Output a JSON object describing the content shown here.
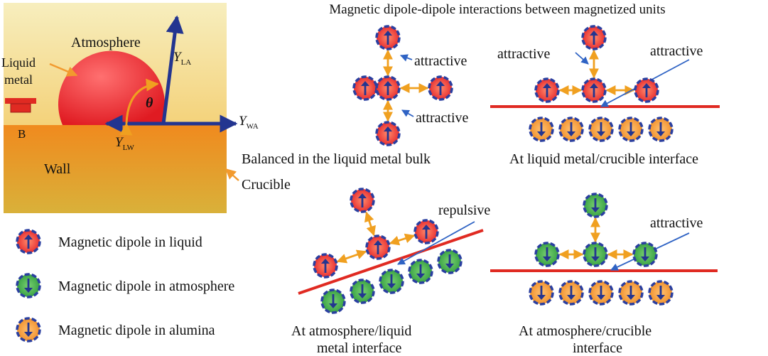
{
  "title": "Magnetic dipole-dipole interactions between magnetized units",
  "colors": {
    "liquid": "#e8232d",
    "atmosphere": "#3ea84a",
    "alumina": "#f1902a",
    "ring": "#2a3fa0",
    "arrow": "#233590",
    "bond": "#f0a020",
    "interface": "#e02a22",
    "pointer": "#2f63c4"
  },
  "inset": {
    "atmosphere": "Atmosphere",
    "liquid_line1": "Liquid",
    "liquid_line2": "metal",
    "b_label": "B",
    "wall": "Wall",
    "crucible": "Crucible",
    "theta": "θ",
    "y_la": {
      "main": "Y",
      "sub": "LA"
    },
    "y_wa": {
      "main": "Y",
      "sub": "WA"
    },
    "y_lw": {
      "main": "Y",
      "sub": "LW"
    }
  },
  "legend": [
    {
      "kind": "liquid",
      "label": "Magnetic dipole in liquid"
    },
    {
      "kind": "atmosphere",
      "label": "Magnetic dipole in atmosphere"
    },
    {
      "kind": "alumina",
      "label": "Magnetic dipole in alumina"
    }
  ],
  "panels": {
    "bulk": {
      "caption": "Balanced in the liquid metal bulk",
      "label_top": "attractive",
      "label_bottom": "attractive"
    },
    "crucible_interface": {
      "caption": "At liquid metal/crucible interface",
      "label_left": "attractive",
      "label_right": "attractive"
    },
    "atm_liquid": {
      "caption_line1": "At atmosphere/liquid",
      "caption_line2": "metal interface",
      "label": "repulsive"
    },
    "atm_crucible": {
      "caption_line1": "At atmosphere/crucible",
      "caption_line2": "interface",
      "label": "attractive"
    }
  }
}
